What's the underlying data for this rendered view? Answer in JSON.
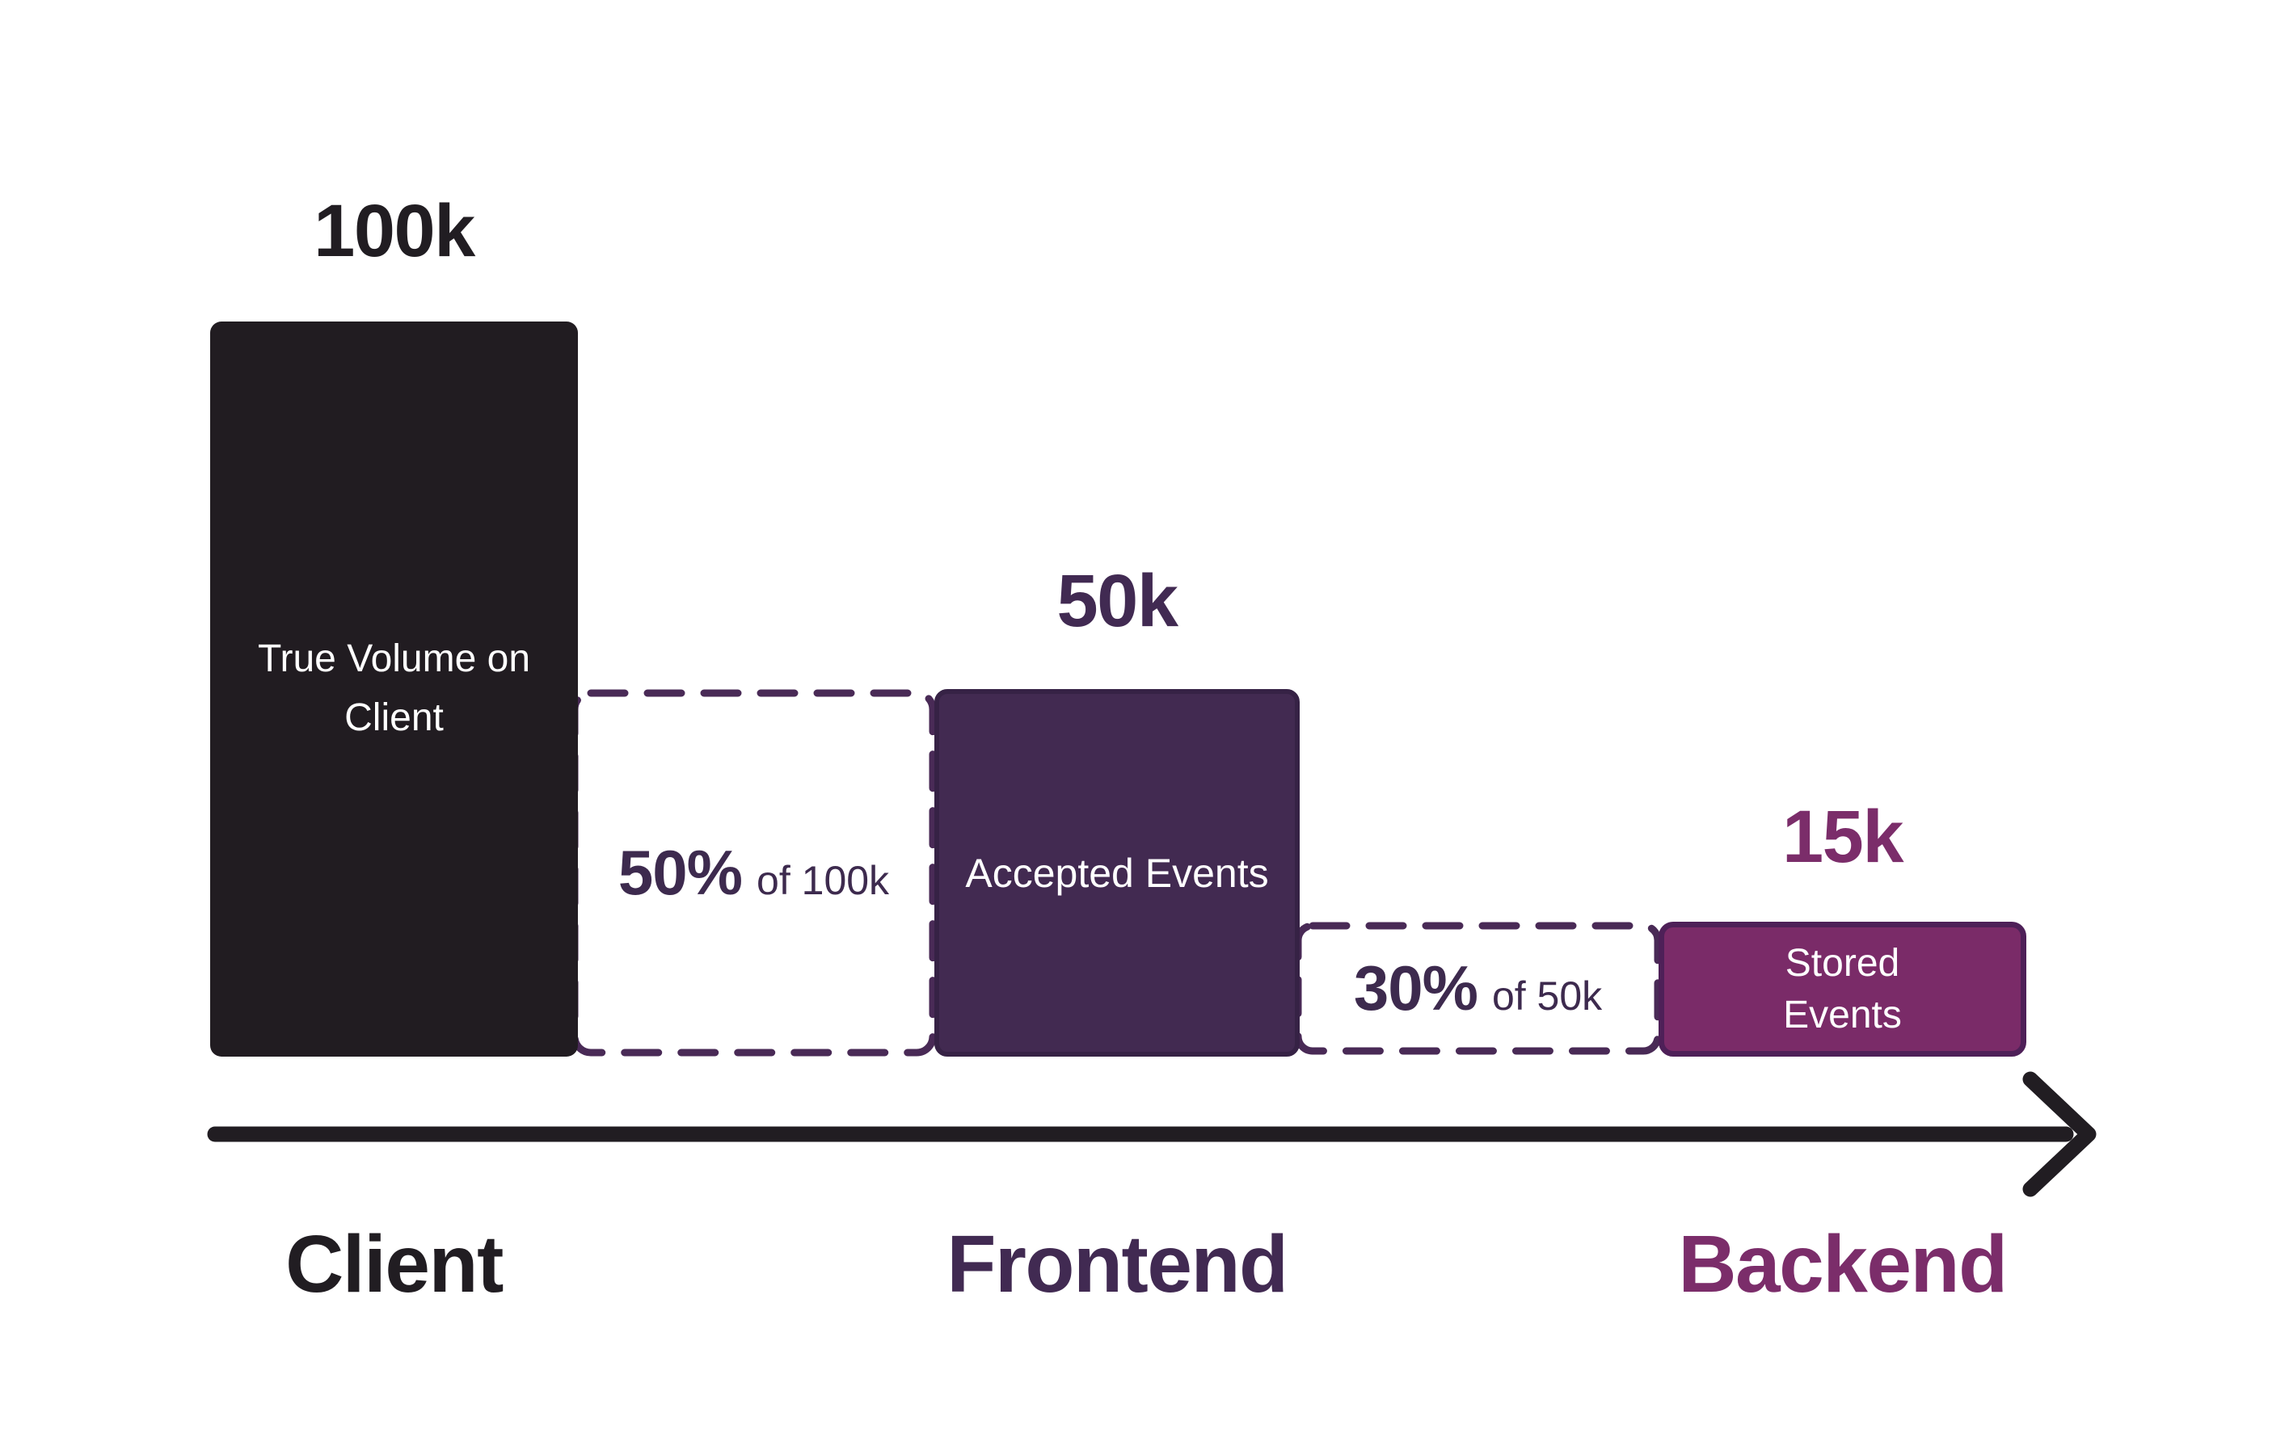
{
  "chart_data": {
    "type": "bar",
    "variant": "funnel-flow",
    "categories": [
      "Client",
      "Frontend",
      "Backend"
    ],
    "values": [
      100000,
      50000,
      15000
    ],
    "stages": [
      {
        "axis_label": "Client",
        "value_label": "100k",
        "value": 100000,
        "bar_label": "True Volume on Client",
        "bar_color": "#211c21"
      },
      {
        "axis_label": "Frontend",
        "value_label": "50k",
        "value": 50000,
        "bar_label": "Accepted Events",
        "bar_color": "#422a51",
        "retention_pct": "50%",
        "retention_of": "of 100k"
      },
      {
        "axis_label": "Backend",
        "value_label": "15k",
        "value": 15000,
        "bar_label": "Stored Events",
        "bar_color": "#7a2b68",
        "retention_pct": "30%",
        "retention_of": "of 50k"
      }
    ],
    "colors": {
      "client_text": "#211d22",
      "frontend_text": "#412a52",
      "backend_text": "#7b2d6a",
      "dashed_outline": "#492a56",
      "arrow": "#211d22",
      "bar_text": "#ffffff",
      "background": "#ffffff"
    },
    "layout": {
      "legend": "none",
      "grid": false,
      "x_axis_arrow": true,
      "baseline_aligned": true
    }
  }
}
